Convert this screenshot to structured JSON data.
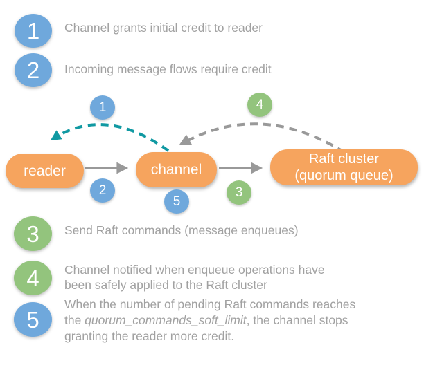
{
  "colors": {
    "badge_blue": "#6fa8dc",
    "badge_green": "#93c47d",
    "node_orange": "#f6a45e",
    "arrow_gray": "#999999",
    "credit_teal": "#1099a2",
    "note_text_gray": "#a1a1a1"
  },
  "steps": {
    "s1": {
      "num": "1",
      "text": "Channel grants initial credit to reader"
    },
    "s2": {
      "num": "2",
      "text": "Incoming message flows require credit"
    },
    "s3": {
      "num": "3",
      "text": "Send Raft commands (message enqueues)"
    },
    "s4": {
      "num": "4",
      "line1": "Channel notified when enqueue operations have",
      "line2": "been safely applied to the Raft cluster"
    },
    "s5": {
      "num": "5",
      "line1": "When the number of pending Raft commands reaches",
      "line2_pre": "the ",
      "line2_italic": "quorum_commands_soft_limit",
      "line2_post": ", the channel stops",
      "line3": "granting the reader more credit."
    }
  },
  "diagram": {
    "reader_label": "reader",
    "channel_label": "channel",
    "raft_line1": "Raft cluster",
    "raft_line2": "(quorum queue)",
    "badges": {
      "b1": "1",
      "b2": "2",
      "b3": "3",
      "b4": "4",
      "b5": "5"
    }
  }
}
